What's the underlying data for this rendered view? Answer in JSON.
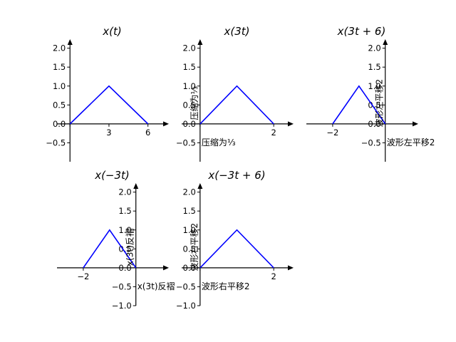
{
  "colors": {
    "line": "#0000ff",
    "axis": "#000000",
    "background": "#ffffff"
  },
  "chart_data": [
    {
      "type": "line",
      "title": "x(t)",
      "xlim": [
        -1.0,
        7.5
      ],
      "ylim": [
        -1.0,
        2.2
      ],
      "x": [
        0,
        3,
        6
      ],
      "y": [
        0,
        1,
        0
      ],
      "xticks": [
        0,
        3,
        6
      ],
      "xticklabels": [
        "",
        "3",
        "6"
      ],
      "yticks": [
        -0.5,
        0.0,
        0.5,
        1.0,
        1.5,
        2.0
      ],
      "yticklabels": [
        "−0.5",
        "0.0",
        "0.5",
        "1.0",
        "1.5",
        "2.0"
      ],
      "xlabel": "",
      "ylabel": "",
      "annotations": [],
      "grid": false
    },
    {
      "type": "line",
      "title": "x(3t)",
      "xlim": [
        -0.5,
        2.5
      ],
      "ylim": [
        -1.0,
        2.2
      ],
      "x": [
        0,
        1,
        2
      ],
      "y": [
        0,
        1,
        0
      ],
      "xticks": [
        0,
        2
      ],
      "xticklabels": [
        "",
        "2"
      ],
      "yticks": [
        -0.5,
        0.0,
        0.5,
        1.0,
        1.5,
        2.0
      ],
      "yticklabels": [
        "−0.5",
        "0.0",
        "0.5",
        "1.0",
        "1.5",
        "2.0"
      ],
      "xlabel": "压缩为⅓",
      "ylabel": "压缩为⅓",
      "annotations": [],
      "grid": false
    },
    {
      "type": "line",
      "title": "x(3t + 6)",
      "xlim": [
        -3.0,
        1.2
      ],
      "ylim": [
        -1.0,
        2.2
      ],
      "x": [
        -2,
        -1,
        0
      ],
      "y": [
        0,
        1,
        0
      ],
      "xticks": [
        -2
      ],
      "xticklabels": [
        "−2"
      ],
      "yticks": [
        -0.5,
        0.0,
        0.5,
        1.0,
        1.5,
        2.0
      ],
      "yticklabels": [
        "−0.5",
        "0.0",
        "0.5",
        "1.0",
        "1.5",
        "2.0"
      ],
      "xlabel": "波形左平移2",
      "ylabel": "波形左平移2",
      "annotations": [],
      "grid": false
    },
    {
      "type": "line",
      "title": "x(−3t)",
      "xlim": [
        -3.0,
        1.2
      ],
      "ylim": [
        -1.0,
        2.2
      ],
      "x": [
        -2,
        -1,
        0
      ],
      "y": [
        0,
        1,
        0
      ],
      "xticks": [
        -2
      ],
      "xticklabels": [
        "−2"
      ],
      "yticks": [
        -1.0,
        -0.5,
        0.0,
        0.5,
        1.0,
        1.5,
        2.0
      ],
      "yticklabels": [
        "−1.0",
        "−0.5",
        "0.0",
        "0.5",
        "1.0",
        "1.5",
        "2.0"
      ],
      "xlabel": "x(3t)反褶",
      "ylabel": "x(3t)反褶",
      "annotations": [],
      "grid": false
    },
    {
      "type": "line",
      "title": "x(−3t + 6)",
      "xlim": [
        -0.5,
        2.5
      ],
      "ylim": [
        -1.0,
        2.2
      ],
      "x": [
        0,
        1,
        2
      ],
      "y": [
        0,
        1,
        0
      ],
      "xticks": [
        0,
        2
      ],
      "xticklabels": [
        "",
        "2"
      ],
      "yticks": [
        -1.0,
        -0.5,
        0.0,
        0.5,
        1.0,
        1.5,
        2.0
      ],
      "yticklabels": [
        "−1.0",
        "−0.5",
        "0.0",
        "0.5",
        "1.0",
        "1.5",
        "2.0"
      ],
      "xlabel": "波形右平移2",
      "ylabel": "波形右平移2",
      "annotations": [],
      "grid": false
    }
  ]
}
